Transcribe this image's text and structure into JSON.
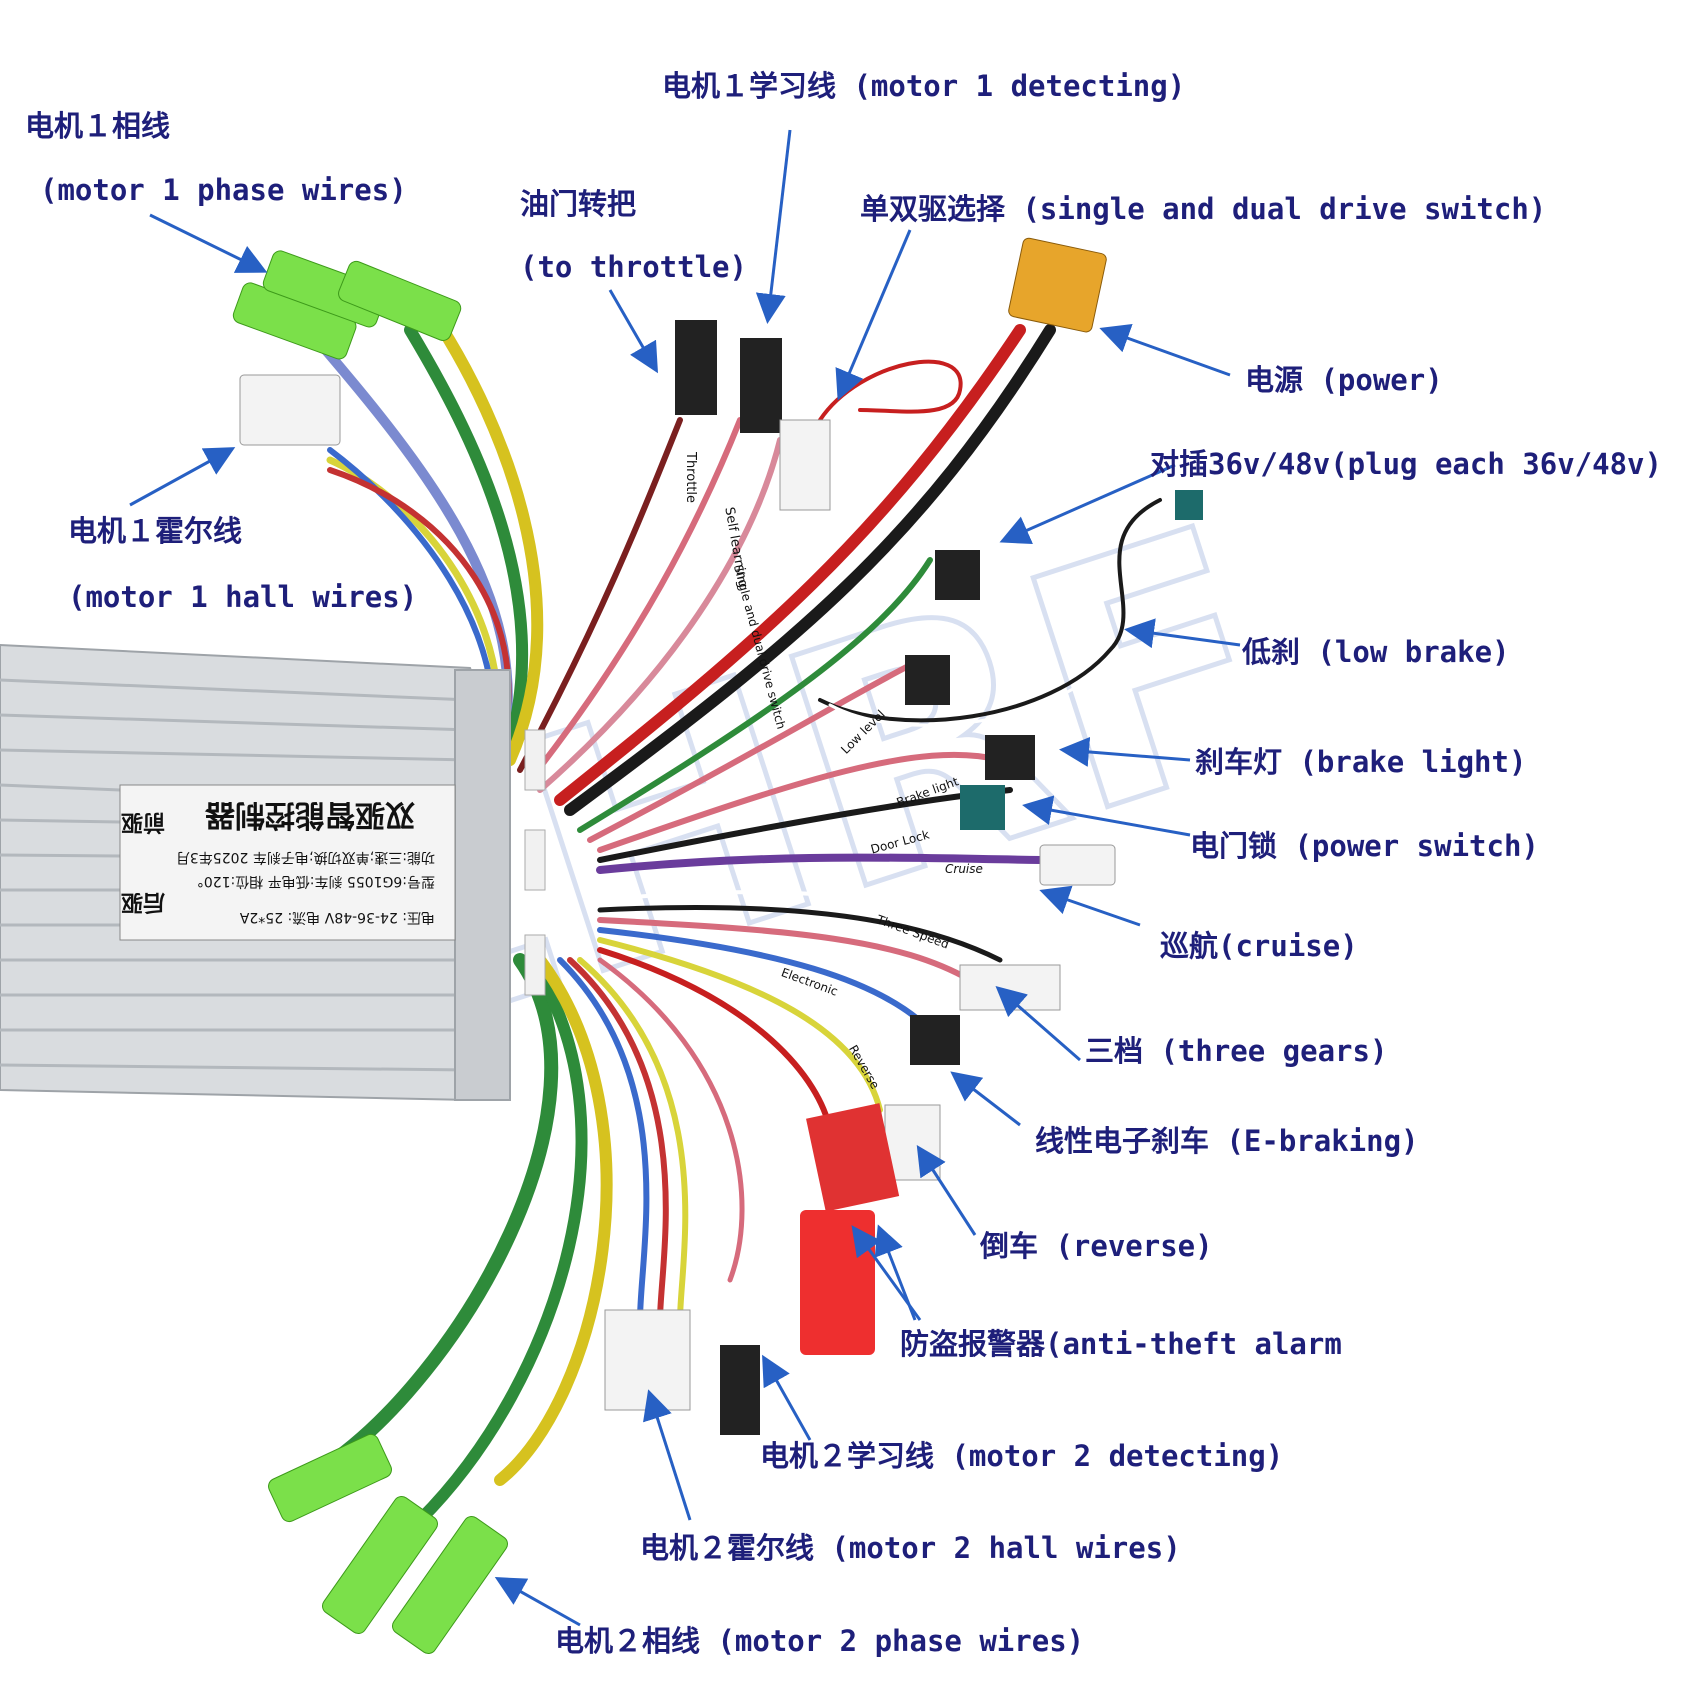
{
  "labels": {
    "motor1_phase_cn": "电机１相线",
    "motor1_phase_en": "(motor 1 phase wires)",
    "motor1_detect": "电机１学习线 (motor 1 detecting)",
    "throttle_cn": "油门转把",
    "throttle_en": "(to throttle)",
    "drive_switch": "单双驱选择 (single and dual drive switch)",
    "power": "电源 (power)",
    "plug_each": "对插36v/48v(plug each 36v/48v)",
    "motor1_hall_cn": "电机１霍尔线",
    "motor1_hall_en": "(motor 1 hall wires)",
    "low_brake": "低刹 (low brake)",
    "brake_light": "刹车灯 (brake light)",
    "power_switch": "电门锁 (power switch)",
    "cruise": "巡航(cruise)",
    "three_gears": "三档 (three gears)",
    "e_braking": "线性电子刹车 (E-braking)",
    "reverse": "倒车 (reverse)",
    "anti_theft": "防盗报警器(anti-theft alarm",
    "motor2_detect": "电机２学习线 (motor 2 detecting)",
    "motor2_hall": "电机２霍尔线 (motor 2 hall wires)",
    "motor2_phase": "电机２相线 (motor 2 phase wires)"
  },
  "controller": {
    "title": "双驱智能控制器",
    "line1": "电压: 24-36-48V 电流: 25*2A",
    "line2": "型号:6G1055 刹车:低电平 相位:120°",
    "line3": "功能:三速;单双切换;电子刹车 2025年3月",
    "side_left": "后驱",
    "side_right": "前驱"
  },
  "wire_tags": {
    "throttle": "Throttle",
    "self_learning": "Self learning",
    "drive_switch": "Single and dual drive switch",
    "low_level": "Low level",
    "brake_light": "Brake light",
    "door_lock": "Door Lock",
    "cruise": "Cruise",
    "three_speed": "Three Speed",
    "electronic": "Electronic",
    "reverse": "Reverse"
  },
  "watermark": "ZHRF"
}
